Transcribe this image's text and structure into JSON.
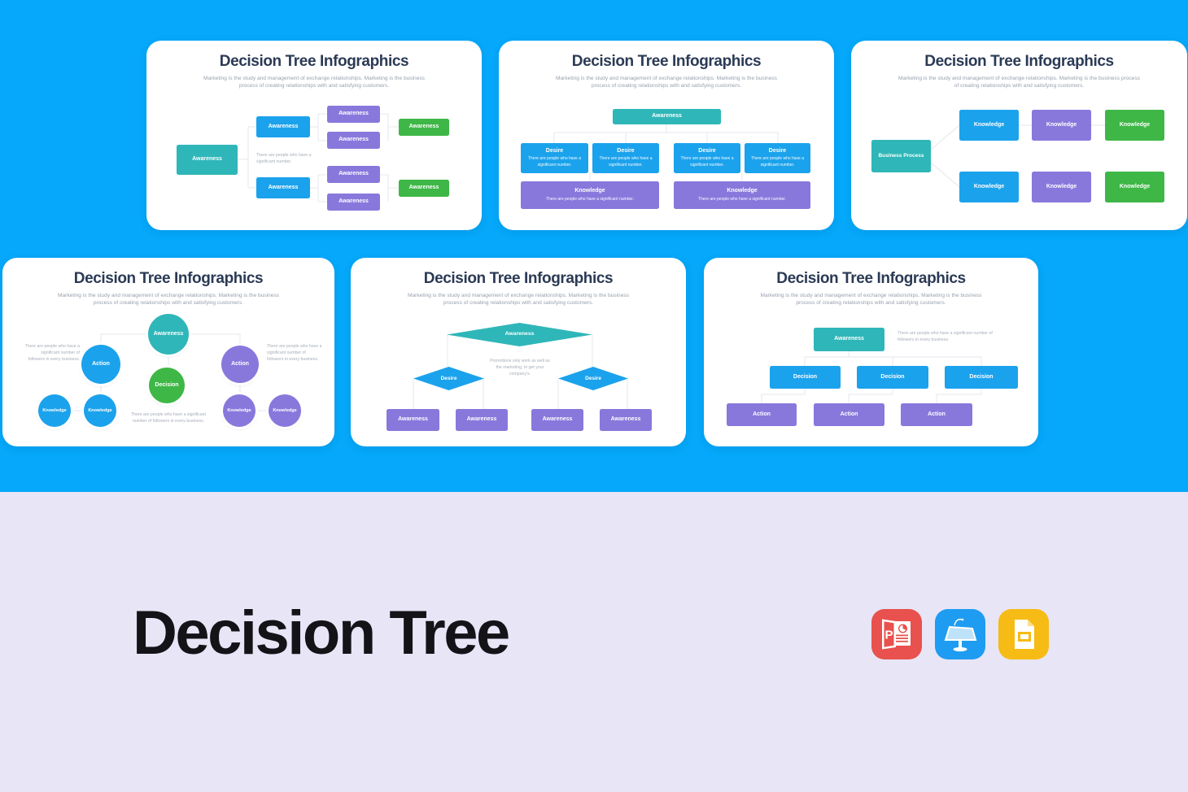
{
  "colors": {
    "background_top": "#05A8FA",
    "background_bottom": "#E8E5F6",
    "node_teal": "#2FB6B8",
    "node_blue": "#1BA2EC",
    "node_purple": "#8878DC",
    "node_green": "#3EB746",
    "card_title": "#2B3A55",
    "powerpoint_red": "#E8514D",
    "keynote_blue": "#1E9CF1",
    "slides_yellow": "#F6BB15"
  },
  "card": {
    "title": "Decision Tree Infographics",
    "subtitle": "Marketing is the study and management of exchange relationships. Marketing is the business process of creating relationships with and satisfying customers."
  },
  "cards": [
    {
      "layout": "horizontal-tree",
      "root": "Awareness",
      "branches": [
        "Awareness",
        "Awareness"
      ],
      "leaves": [
        "Awareness",
        "Awareness",
        "Awareness",
        "Awareness"
      ],
      "results": [
        "Awareness",
        "Awareness"
      ],
      "note": "There are people who have a significant number."
    },
    {
      "layout": "top-down-org",
      "root": "Awareness",
      "desire": [
        {
          "label": "Desire",
          "note": "There are people who have a significant number."
        },
        {
          "label": "Desire",
          "note": "There are people who have a significant number."
        },
        {
          "label": "Desire",
          "note": "There are people who have a significant number."
        },
        {
          "label": "Desire",
          "note": "There are people who have a significant number."
        }
      ],
      "knowledge": [
        {
          "label": "Knowledge",
          "note": "There are people who have a significant number."
        },
        {
          "label": "Knowledge",
          "note": "There are people who have a significant number."
        }
      ]
    },
    {
      "layout": "process-rows",
      "root": "Business Process",
      "row1": [
        "Knowledge",
        "Knowledge",
        "Knowledge"
      ],
      "row2": [
        "Knowledge",
        "Knowledge",
        "Knowledge"
      ]
    },
    {
      "layout": "circles",
      "awareness": "Awareness",
      "decision": "Decision",
      "actions": [
        "Action",
        "Action"
      ],
      "knowledge": [
        "Knowledge",
        "Knowledge",
        "Knowledge",
        "Knowledge"
      ],
      "note_left": "There are people who have a significant number of followers in every business.",
      "note_right": "There are people who have a significant number of followers in every business.",
      "note_bottom": "There are people who have a significant number of followers in every business."
    },
    {
      "layout": "diamonds",
      "root": "Awareness",
      "desires": [
        "Desire",
        "Desire"
      ],
      "note": "Promotions only work as well as the marketing, to get your company's.",
      "leaves": [
        "Awareness",
        "Awareness",
        "Awareness",
        "Awareness"
      ]
    },
    {
      "layout": "levels",
      "root": "Awareness",
      "note": "There are people who have a significant number of followers in every business.",
      "decisions": [
        "Decision",
        "Decision",
        "Decision"
      ],
      "actions": [
        "Action",
        "Action",
        "Action"
      ]
    }
  ],
  "footer": {
    "title": "Decision Tree",
    "icons": [
      {
        "name": "powerpoint-icon"
      },
      {
        "name": "keynote-icon"
      },
      {
        "name": "google-slides-icon"
      }
    ]
  }
}
